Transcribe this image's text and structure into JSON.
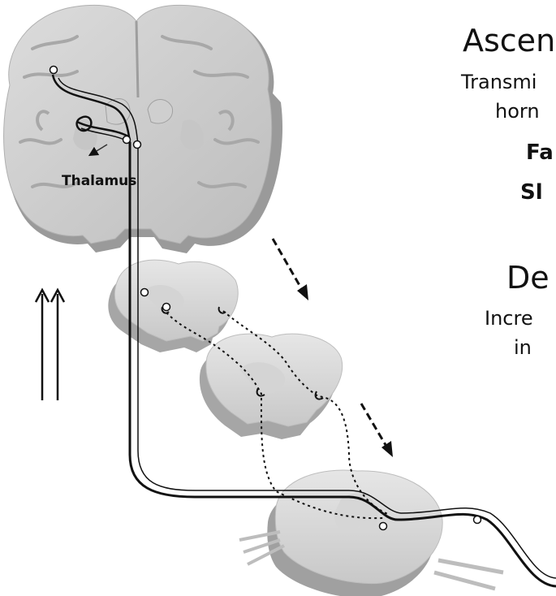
{
  "labels": {
    "thalamus": "Thalamus"
  },
  "right_text": {
    "ascending_heading": "Ascen",
    "transmission_line1": "Transmi",
    "transmission_line2": "horn",
    "fast": "Fa",
    "slow": "Sl",
    "descending_heading": "De",
    "descending_line1": "Incre",
    "descending_line2": "in"
  }
}
